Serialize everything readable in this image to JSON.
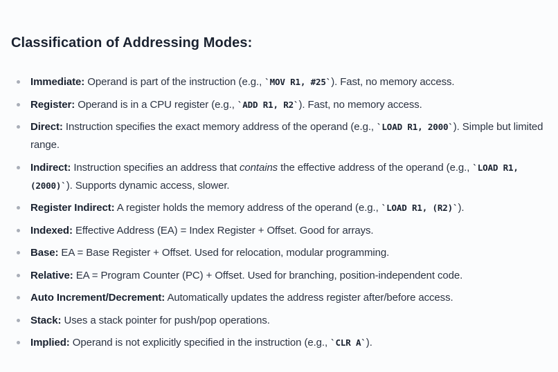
{
  "page": {
    "title": "Classification of Addressing Modes:"
  },
  "colors": {
    "background": "#fbfcfd",
    "text": "#2b3342",
    "heading": "#1a2230",
    "bullet": "#a9aeb8"
  },
  "list": {
    "items": [
      {
        "term": "Immediate",
        "segments": [
          {
            "style": "bold",
            "t": "Immediate:"
          },
          {
            "style": "text",
            "t": " Operand is part of the instruction (e.g., "
          },
          {
            "style": "code",
            "t": "`MOV R1, #25`"
          },
          {
            "style": "text",
            "t": "). Fast, no memory access."
          }
        ]
      },
      {
        "term": "Register",
        "segments": [
          {
            "style": "bold",
            "t": "Register:"
          },
          {
            "style": "text",
            "t": " Operand is in a CPU register (e.g., "
          },
          {
            "style": "code",
            "t": "`ADD R1, R2`"
          },
          {
            "style": "text",
            "t": "). Fast, no memory access."
          }
        ]
      },
      {
        "term": "Direct",
        "segments": [
          {
            "style": "bold",
            "t": "Direct:"
          },
          {
            "style": "text",
            "t": " Instruction specifies the exact memory address of the operand (e.g., "
          },
          {
            "style": "code",
            "t": "`LOAD R1, 2000`"
          },
          {
            "style": "text",
            "t": "). Simple but limited range."
          }
        ]
      },
      {
        "term": "Indirect",
        "segments": [
          {
            "style": "bold",
            "t": "Indirect:"
          },
          {
            "style": "text",
            "t": " Instruction specifies an address that "
          },
          {
            "style": "italic",
            "t": "contains"
          },
          {
            "style": "text",
            "t": " the effective address of the operand (e.g., "
          },
          {
            "style": "code",
            "t": "`LOAD R1, (2000)`"
          },
          {
            "style": "text",
            "t": "). Supports dynamic access, slower."
          }
        ]
      },
      {
        "term": "Register Indirect",
        "segments": [
          {
            "style": "bold",
            "t": "Register Indirect:"
          },
          {
            "style": "text",
            "t": " A register holds the memory address of the operand (e.g., "
          },
          {
            "style": "code",
            "t": "`LOAD R1, (R2)`"
          },
          {
            "style": "text",
            "t": ")."
          }
        ]
      },
      {
        "term": "Indexed",
        "segments": [
          {
            "style": "bold",
            "t": "Indexed:"
          },
          {
            "style": "text",
            "t": " Effective Address (EA) = Index Register + Offset. Good for arrays."
          }
        ]
      },
      {
        "term": "Base",
        "segments": [
          {
            "style": "bold",
            "t": "Base:"
          },
          {
            "style": "text",
            "t": " EA = Base Register + Offset. Used for relocation, modular programming."
          }
        ]
      },
      {
        "term": "Relative",
        "segments": [
          {
            "style": "bold",
            "t": "Relative:"
          },
          {
            "style": "text",
            "t": " EA = Program Counter (PC) + Offset. Used for branching, position-independent code."
          }
        ]
      },
      {
        "term": "Auto Increment/Decrement",
        "segments": [
          {
            "style": "bold",
            "t": "Auto Increment/Decrement:"
          },
          {
            "style": "text",
            "t": " Automatically updates the address register after/before access."
          }
        ]
      },
      {
        "term": "Stack",
        "segments": [
          {
            "style": "bold",
            "t": "Stack:"
          },
          {
            "style": "text",
            "t": " Uses a stack pointer for push/pop operations."
          }
        ]
      },
      {
        "term": "Implied",
        "segments": [
          {
            "style": "bold",
            "t": "Implied:"
          },
          {
            "style": "text",
            "t": " Operand is not explicitly specified in the instruction (e.g., "
          },
          {
            "style": "code",
            "t": "`CLR A`"
          },
          {
            "style": "text",
            "t": ")."
          }
        ]
      }
    ]
  }
}
